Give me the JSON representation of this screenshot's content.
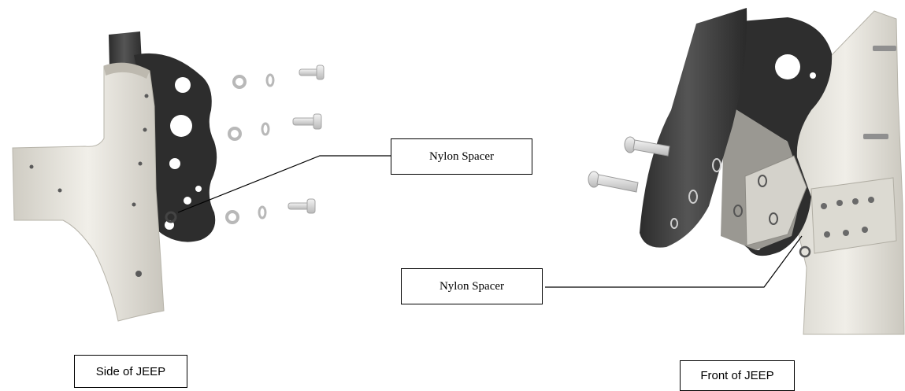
{
  "callouts": {
    "left_label": "Nylon Spacer",
    "right_label": "Nylon Spacer"
  },
  "captions": {
    "side": "Side of JEEP",
    "front": "Front of JEEP"
  },
  "colors": {
    "tube": "#3b3b3b",
    "bracket": "#2b2b2b",
    "sheet_metal": "#e6e4dc",
    "hardware": "#d8d8d8",
    "leader_line": "#000000"
  }
}
